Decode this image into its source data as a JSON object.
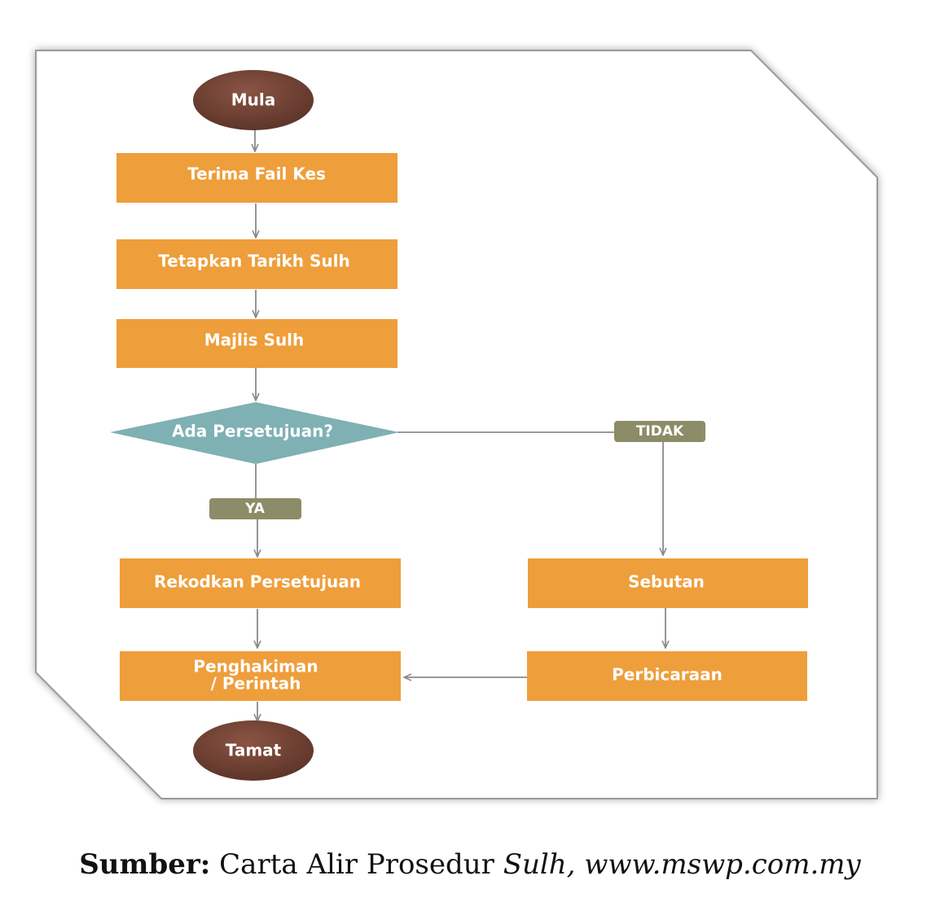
{
  "diagram": {
    "start": "Mula",
    "step1": "Terima Fail Kes",
    "step2": "Tetapkan Tarikh Sulh",
    "step3": "Majlis Sulh",
    "decision": "Ada Persetujuan?",
    "yes_label": "YA",
    "no_label": "TIDAK",
    "yes_step": "Rekodkan Persetujuan",
    "judgment_line1": "Penghakiman",
    "judgment_line2": "/ Perintah",
    "no_step1": "Sebutan",
    "no_step2": "Perbicaraan",
    "end": "Tamat"
  },
  "caption": {
    "label": "Sumber:",
    "text": "Carta Alir Prosedur",
    "italic_text": "Sulh, www.mswp.com.my"
  },
  "colors": {
    "process": "#EE9E3A",
    "terminal": "#6E4032",
    "decision": "#7FB0B3",
    "branch_label": "#8C8C68",
    "connector": "#8A8A8A"
  }
}
